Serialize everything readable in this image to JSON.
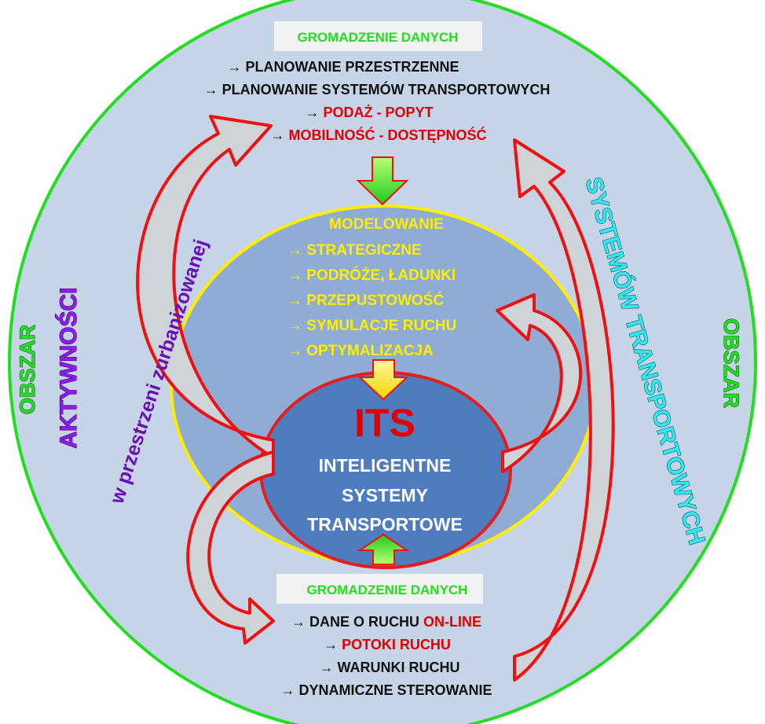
{
  "colors": {
    "outer_fill": "#c6d4e8",
    "outer_stroke": "#22dd22",
    "middle_fill": "#8facd5",
    "middle_stroke": "#ffee00",
    "inner_fill": "#4f7cbf",
    "inner_stroke": "#e51d1d",
    "arrow_red": "#ee1111",
    "arrow_fill": "#cfd4d8",
    "text_black": "#111111",
    "text_red": "#e00000",
    "text_green": "#22dd22",
    "text_yellow": "#ffee00",
    "text_white": "#ffffff",
    "text_purple": "#8a1ee6",
    "text_cyan": "#33e6f0"
  },
  "top": {
    "header": "GROMADZENIE DANYCH",
    "items": [
      {
        "prefix": "→ ",
        "text": "PLANOWANIE PRZESTRZENNE",
        "color": "black"
      },
      {
        "prefix": "→ ",
        "text": "PLANOWANIE SYSTEMÓW TRANSPORTOWYCH",
        "color": "black"
      },
      {
        "prefix": "→ ",
        "text": "PODAŻ - POPYT",
        "color": "red"
      },
      {
        "prefix": "→ ",
        "text": "MOBILNOŚĆ - DOSTĘPNOŚĆ",
        "color": "red"
      }
    ]
  },
  "middle": {
    "header": "MODELOWANIE",
    "items": [
      {
        "prefix": "→ ",
        "text": "STRATEGICZNE"
      },
      {
        "prefix": "→ ",
        "text": "PODRÓŻE, ŁADUNKI"
      },
      {
        "prefix": "→ ",
        "text": "PRZEPUSTOWOŚĆ"
      },
      {
        "prefix": "→ ",
        "text": "SYMULACJE RUCHU"
      },
      {
        "prefix": "→ ",
        "text": "OPTYMALIZACJA"
      }
    ]
  },
  "core": {
    "title": "ITS",
    "lines": [
      "INTELIGENTNE",
      "SYSTEMY",
      "TRANSPORTOWE"
    ]
  },
  "bottom": {
    "header": "GROMADZENIE DANYCH",
    "items": [
      {
        "prefix": "→ ",
        "text": "DANE O RUCHU ",
        "suffix": "ON-LINE",
        "color": "black"
      },
      {
        "prefix": "→ ",
        "text": "POTOKI RUCHU",
        "color": "red"
      },
      {
        "prefix": "→ ",
        "text": "WARUNKI RUCHU",
        "color": "black"
      },
      {
        "prefix": "→ ",
        "text": "DYNAMICZNE STEROWANIE",
        "color": "black"
      }
    ]
  },
  "left_area": {
    "word1": "OBSZAR",
    "word2": "AKTYWNOŚCI",
    "word3": "w przestrzeni zurbanizowanej"
  },
  "right_area": {
    "word1": "OBSZAR",
    "word2": "SYSTEMÓW TRANSPORTOWYCH"
  }
}
